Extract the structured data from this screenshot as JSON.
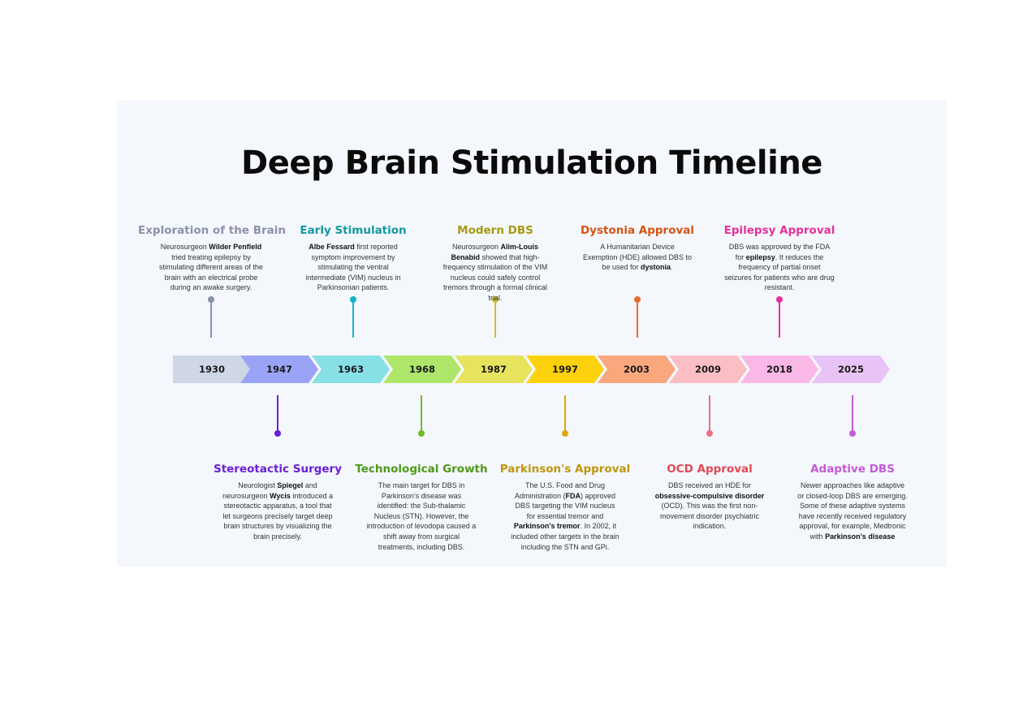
{
  "title": "Deep Brain Stimulation Timeline",
  "years": [
    {
      "label": "1930",
      "color": "#cfd6e6"
    },
    {
      "label": "1947",
      "color": "#9aa4f7"
    },
    {
      "label": "1963",
      "color": "#86e0e6"
    },
    {
      "label": "1968",
      "color": "#aee66a"
    },
    {
      "label": "1987",
      "color": "#e8e35c"
    },
    {
      "label": "1997",
      "color": "#fdd20d"
    },
    {
      "label": "2003",
      "color": "#fba77d"
    },
    {
      "label": "2009",
      "color": "#fbbec4"
    },
    {
      "label": "2018",
      "color": "#fbb7e5"
    },
    {
      "label": "2025",
      "color": "#e8c4f6"
    }
  ],
  "events": [
    {
      "title": "Exploration of the Brain",
      "color": "#8b93ab",
      "parts": [
        [
          "Neurosurgeon ",
          0
        ],
        [
          "Wilder Penfield",
          1
        ],
        [
          " tried treating epilepsy by stimulating different areas of the brain with an electrical probe during an awake surgery.",
          0
        ]
      ]
    },
    {
      "title": "Stereotactic Surgery",
      "color": "#6a1fd6",
      "parts": [
        [
          "Neurologist ",
          0
        ],
        [
          "Spiegel",
          1
        ],
        [
          " and neurosurgeon ",
          0
        ],
        [
          "Wycis",
          1
        ],
        [
          " introduced a stereotactic apparatus, a tool that let surgeons precisely target deep brain structures by visualizing the brain precisely.",
          0
        ]
      ]
    },
    {
      "title": "Early Stimulation",
      "color": "#12999f",
      "parts": [
        [
          "Albe Fessard",
          1
        ],
        [
          "  first reported symptom improvement by stimulating the ventral intermediate (VIM) nucleus  in Parkinsonian patients.",
          0
        ]
      ]
    },
    {
      "title": "Technological Growth",
      "color": "#4e9a1a",
      "parts": [
        [
          "The main target for DBS in Parkinson's disease was identified: the Sub-thalamic Nucleus (STN).  However, the introduction of levodopa caused a shift away from surgical treatments, including DBS.",
          0
        ]
      ]
    },
    {
      "title": "Modern DBS",
      "color": "#a59a12",
      "parts": [
        [
          "Neurosurgeon ",
          0
        ],
        [
          "Alim-Louis Benabid",
          1
        ],
        [
          " showed that high-frequency stimulation of the VIM nucleus could safely control tremors through a formal clinical trial.",
          0
        ]
      ]
    },
    {
      "title": "Parkinson's Approval",
      "color": "#c0960a",
      "parts": [
        [
          "The U.S. Food and Drug Administration (",
          0
        ],
        [
          "FDA",
          1
        ],
        [
          ") approved DBS targeting the VIM nucleus for essential tremor and ",
          0
        ],
        [
          "Parkinson's tremor",
          1
        ],
        [
          ". In 2002, it included other targets in the brain including the STN and GPi.",
          0
        ]
      ]
    },
    {
      "title": "Dystonia Approval",
      "color": "#d65412",
      "parts": [
        [
          "A Humanitarian Device Exemption (HDE) allowed DBS to be used for ",
          0
        ],
        [
          "dystonia",
          1
        ],
        [
          ".",
          0
        ]
      ]
    },
    {
      "title": "OCD Approval",
      "color": "#e04a55",
      "parts": [
        [
          "DBS received an HDE for ",
          0
        ],
        [
          "obsessive-compulsive disorder",
          1
        ],
        [
          " (OCD). This was the first non-movement disorder psychiatric indication.",
          0
        ]
      ]
    },
    {
      "title": "Epilepsy Approval",
      "color": "#e8319a",
      "parts": [
        [
          "DBS was approved by the FDA for ",
          0
        ],
        [
          "epilepsy",
          1
        ],
        [
          ". It reduces the frequency of partial onset seizures for patients who are drug resistant.",
          0
        ]
      ]
    },
    {
      "title": "Adaptive DBS",
      "color": "#c45ad6",
      "parts": [
        [
          "Newer approaches like adaptive or closed-loop DBS are emerging. Some of these adaptive systems have recently received regulatory approval, for example, Medtronic with ",
          0
        ],
        [
          "Parkinson's disease",
          1
        ]
      ]
    }
  ],
  "stem_colors": [
    "#8b93ab",
    "#6a1fd6",
    "#12b5c9",
    "#6fba24",
    "#c8c02a",
    "#dcaa0a",
    "#ec6a2e",
    "#ec7080",
    "#e8319a",
    "#c45ad6"
  ]
}
